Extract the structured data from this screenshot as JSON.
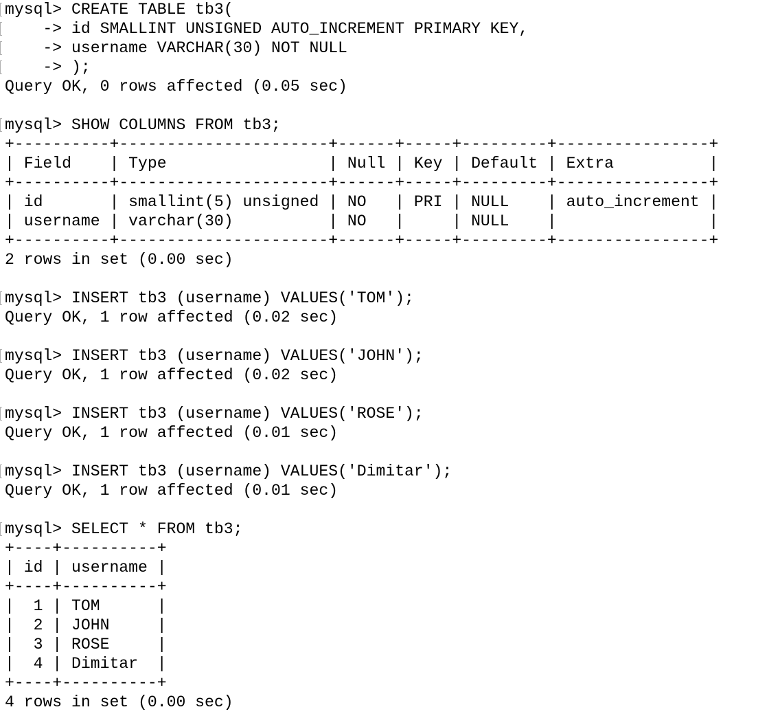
{
  "terminal": {
    "colors": {
      "text": "#000000",
      "background": "#ffffff",
      "mark": "#b0b0b0"
    },
    "lines": [
      {
        "text": "mysql> CREATE TABLE tb3(",
        "mark": true
      },
      {
        "text": "    -> id SMALLINT UNSIGNED AUTO_INCREMENT PRIMARY KEY,",
        "mark": true
      },
      {
        "text": "    -> username VARCHAR(30) NOT NULL",
        "mark": true
      },
      {
        "text": "    -> );",
        "mark": true
      },
      {
        "text": "Query OK, 0 rows affected (0.05 sec)",
        "mark": false
      },
      {
        "text": "",
        "mark": false
      },
      {
        "text": "mysql> SHOW COLUMNS FROM tb3;",
        "mark": true
      },
      {
        "text": "+----------+----------------------+------+-----+---------+----------------+",
        "mark": false
      },
      {
        "text": "| Field    | Type                 | Null | Key | Default | Extra          |",
        "mark": false
      },
      {
        "text": "+----------+----------------------+------+-----+---------+----------------+",
        "mark": false
      },
      {
        "text": "| id       | smallint(5) unsigned | NO   | PRI | NULL    | auto_increment |",
        "mark": false
      },
      {
        "text": "| username | varchar(30)          | NO   |     | NULL    |                |",
        "mark": false
      },
      {
        "text": "+----------+----------------------+------+-----+---------+----------------+",
        "mark": false
      },
      {
        "text": "2 rows in set (0.00 sec)",
        "mark": false
      },
      {
        "text": "",
        "mark": false
      },
      {
        "text": "mysql> INSERT tb3 (username) VALUES('TOM');",
        "mark": true
      },
      {
        "text": "Query OK, 1 row affected (0.02 sec)",
        "mark": false
      },
      {
        "text": "",
        "mark": false
      },
      {
        "text": "mysql> INSERT tb3 (username) VALUES('JOHN');",
        "mark": true
      },
      {
        "text": "Query OK, 1 row affected (0.02 sec)",
        "mark": false
      },
      {
        "text": "",
        "mark": false
      },
      {
        "text": "mysql> INSERT tb3 (username) VALUES('ROSE');",
        "mark": true
      },
      {
        "text": "Query OK, 1 row affected (0.01 sec)",
        "mark": false
      },
      {
        "text": "",
        "mark": false
      },
      {
        "text": "mysql> INSERT tb3 (username) VALUES('Dimitar');",
        "mark": true
      },
      {
        "text": "Query OK, 1 row affected (0.01 sec)",
        "mark": false
      },
      {
        "text": "",
        "mark": false
      },
      {
        "text": "mysql> SELECT * FROM tb3;",
        "mark": true
      },
      {
        "text": "+----+----------+",
        "mark": false
      },
      {
        "text": "| id | username |",
        "mark": false
      },
      {
        "text": "+----+----------+",
        "mark": false
      },
      {
        "text": "|  1 | TOM      |",
        "mark": false
      },
      {
        "text": "|  2 | JOHN     |",
        "mark": false
      },
      {
        "text": "|  3 | ROSE     |",
        "mark": false
      },
      {
        "text": "|  4 | Dimitar  |",
        "mark": false
      },
      {
        "text": "+----+----------+",
        "mark": false
      },
      {
        "text": "4 rows in set (0.00 sec)",
        "mark": false
      }
    ]
  }
}
